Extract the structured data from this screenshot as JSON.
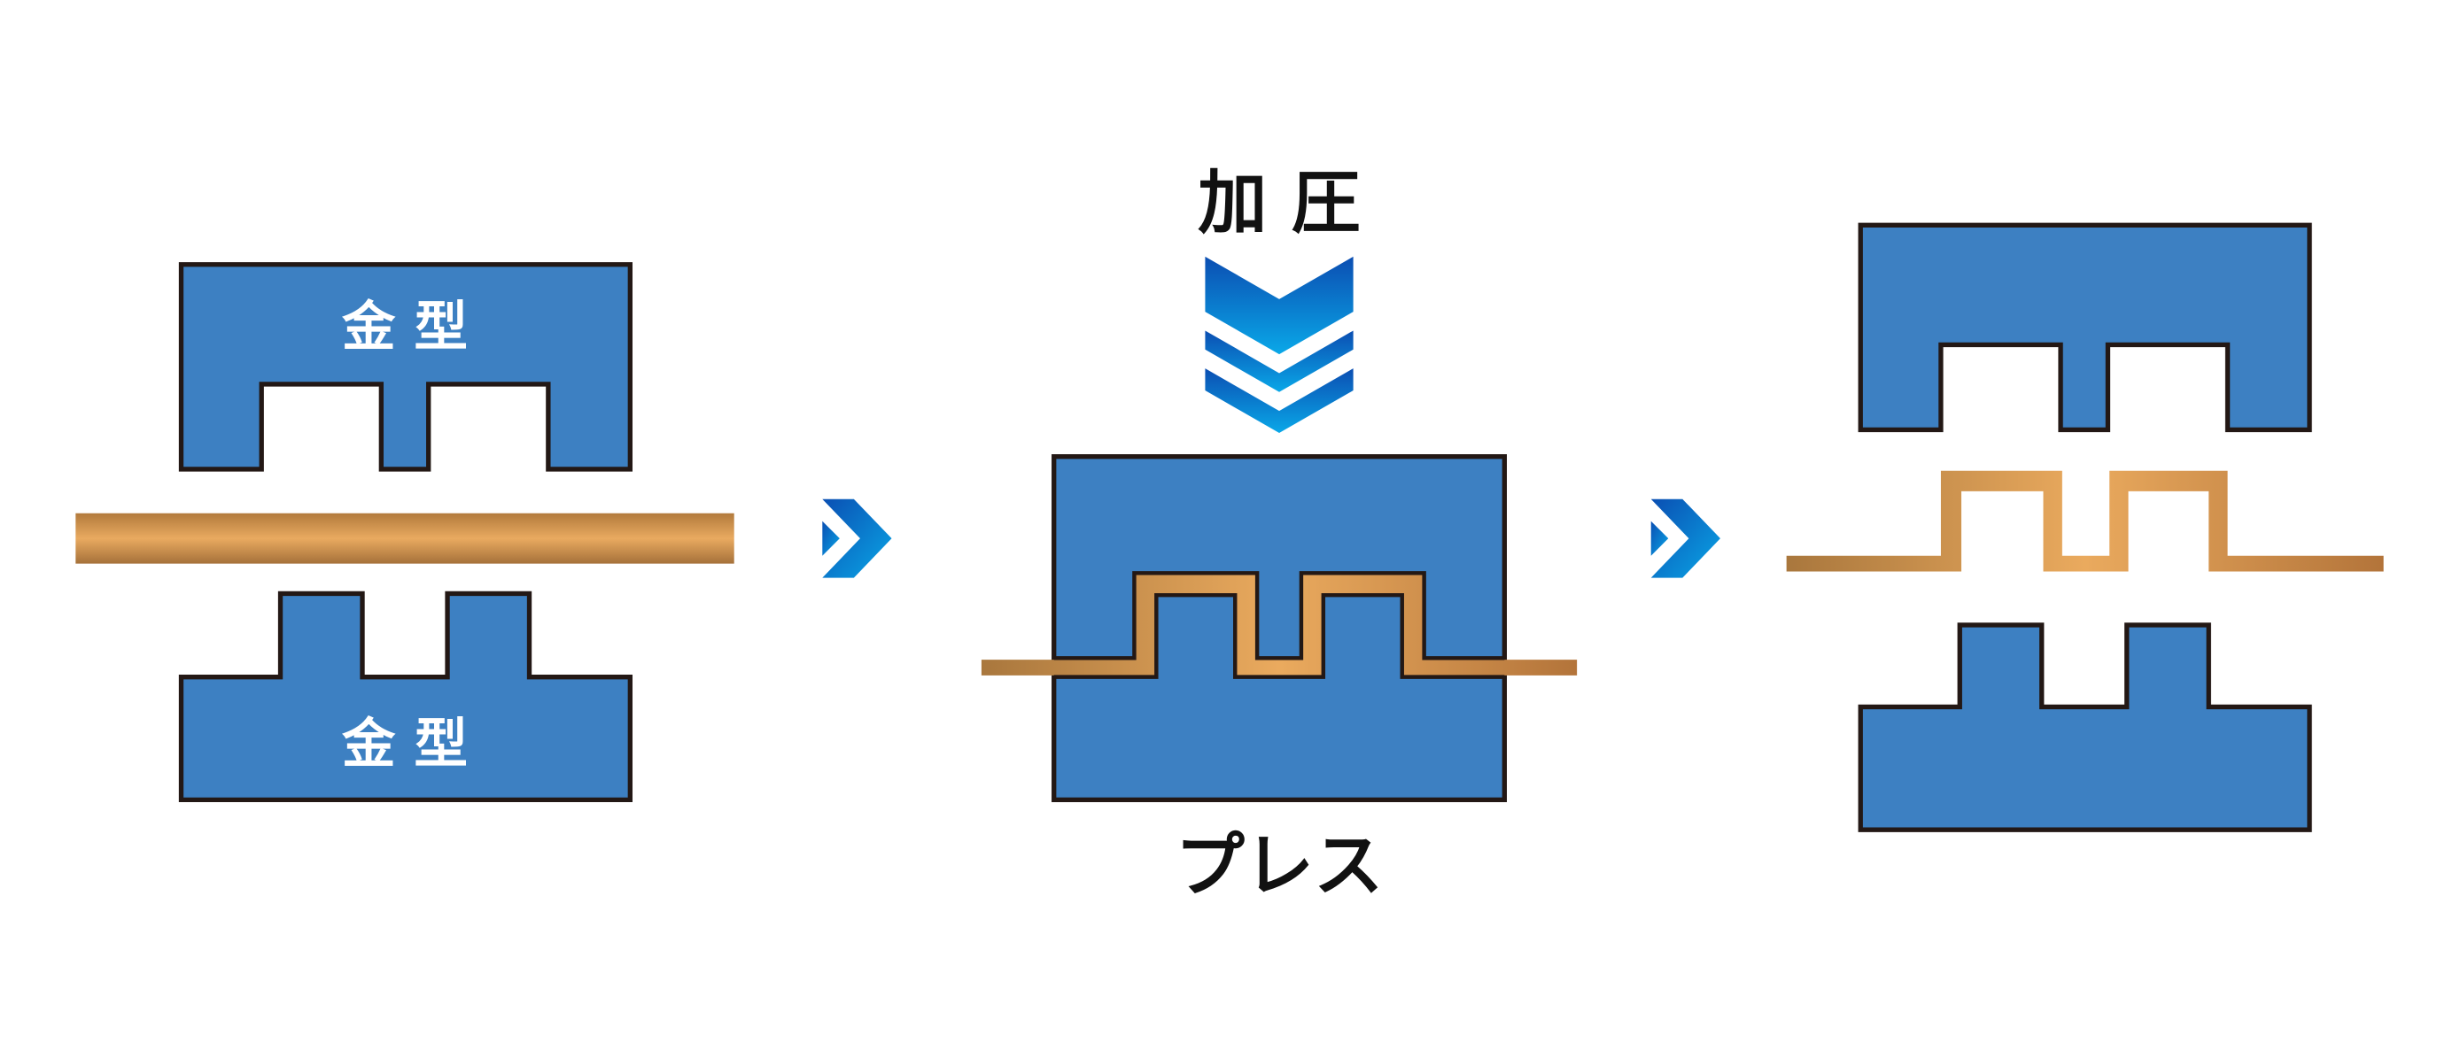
{
  "diagram": {
    "step1": {
      "upper_die_label": "金 型",
      "lower_die_label": "金 型"
    },
    "step2": {
      "pressure_label": "加 圧",
      "press_label": "プレス"
    }
  },
  "colors": {
    "die_fill": "#3d80c2",
    "die_stroke": "#231815",
    "copper_light": "#e8a85e",
    "copper_dark": "#a8743a",
    "arrow_dark": "#0b52b4",
    "arrow_light": "#0aa4e4"
  },
  "icons": [
    "right-chevron-icon",
    "down-chevron-icon"
  ]
}
